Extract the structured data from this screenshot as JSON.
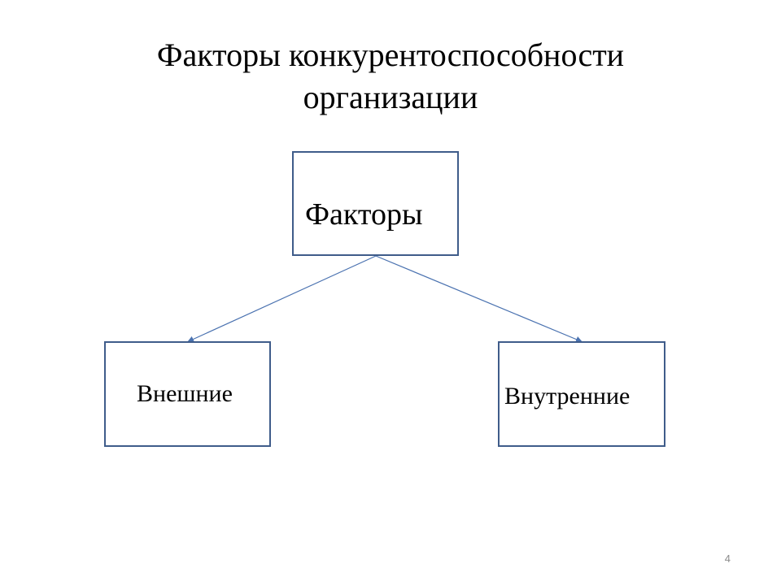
{
  "slide": {
    "title_line_1": "Факторы конкурентоспособности",
    "title_line_2": "организации",
    "page_number": "4"
  },
  "diagram": {
    "root": {
      "label": "Факторы"
    },
    "children": [
      {
        "label": "Внешние"
      },
      {
        "label": "Внутренние"
      }
    ],
    "colors": {
      "box_border": "#3f5c8a",
      "connector": "#4a72b0"
    }
  }
}
